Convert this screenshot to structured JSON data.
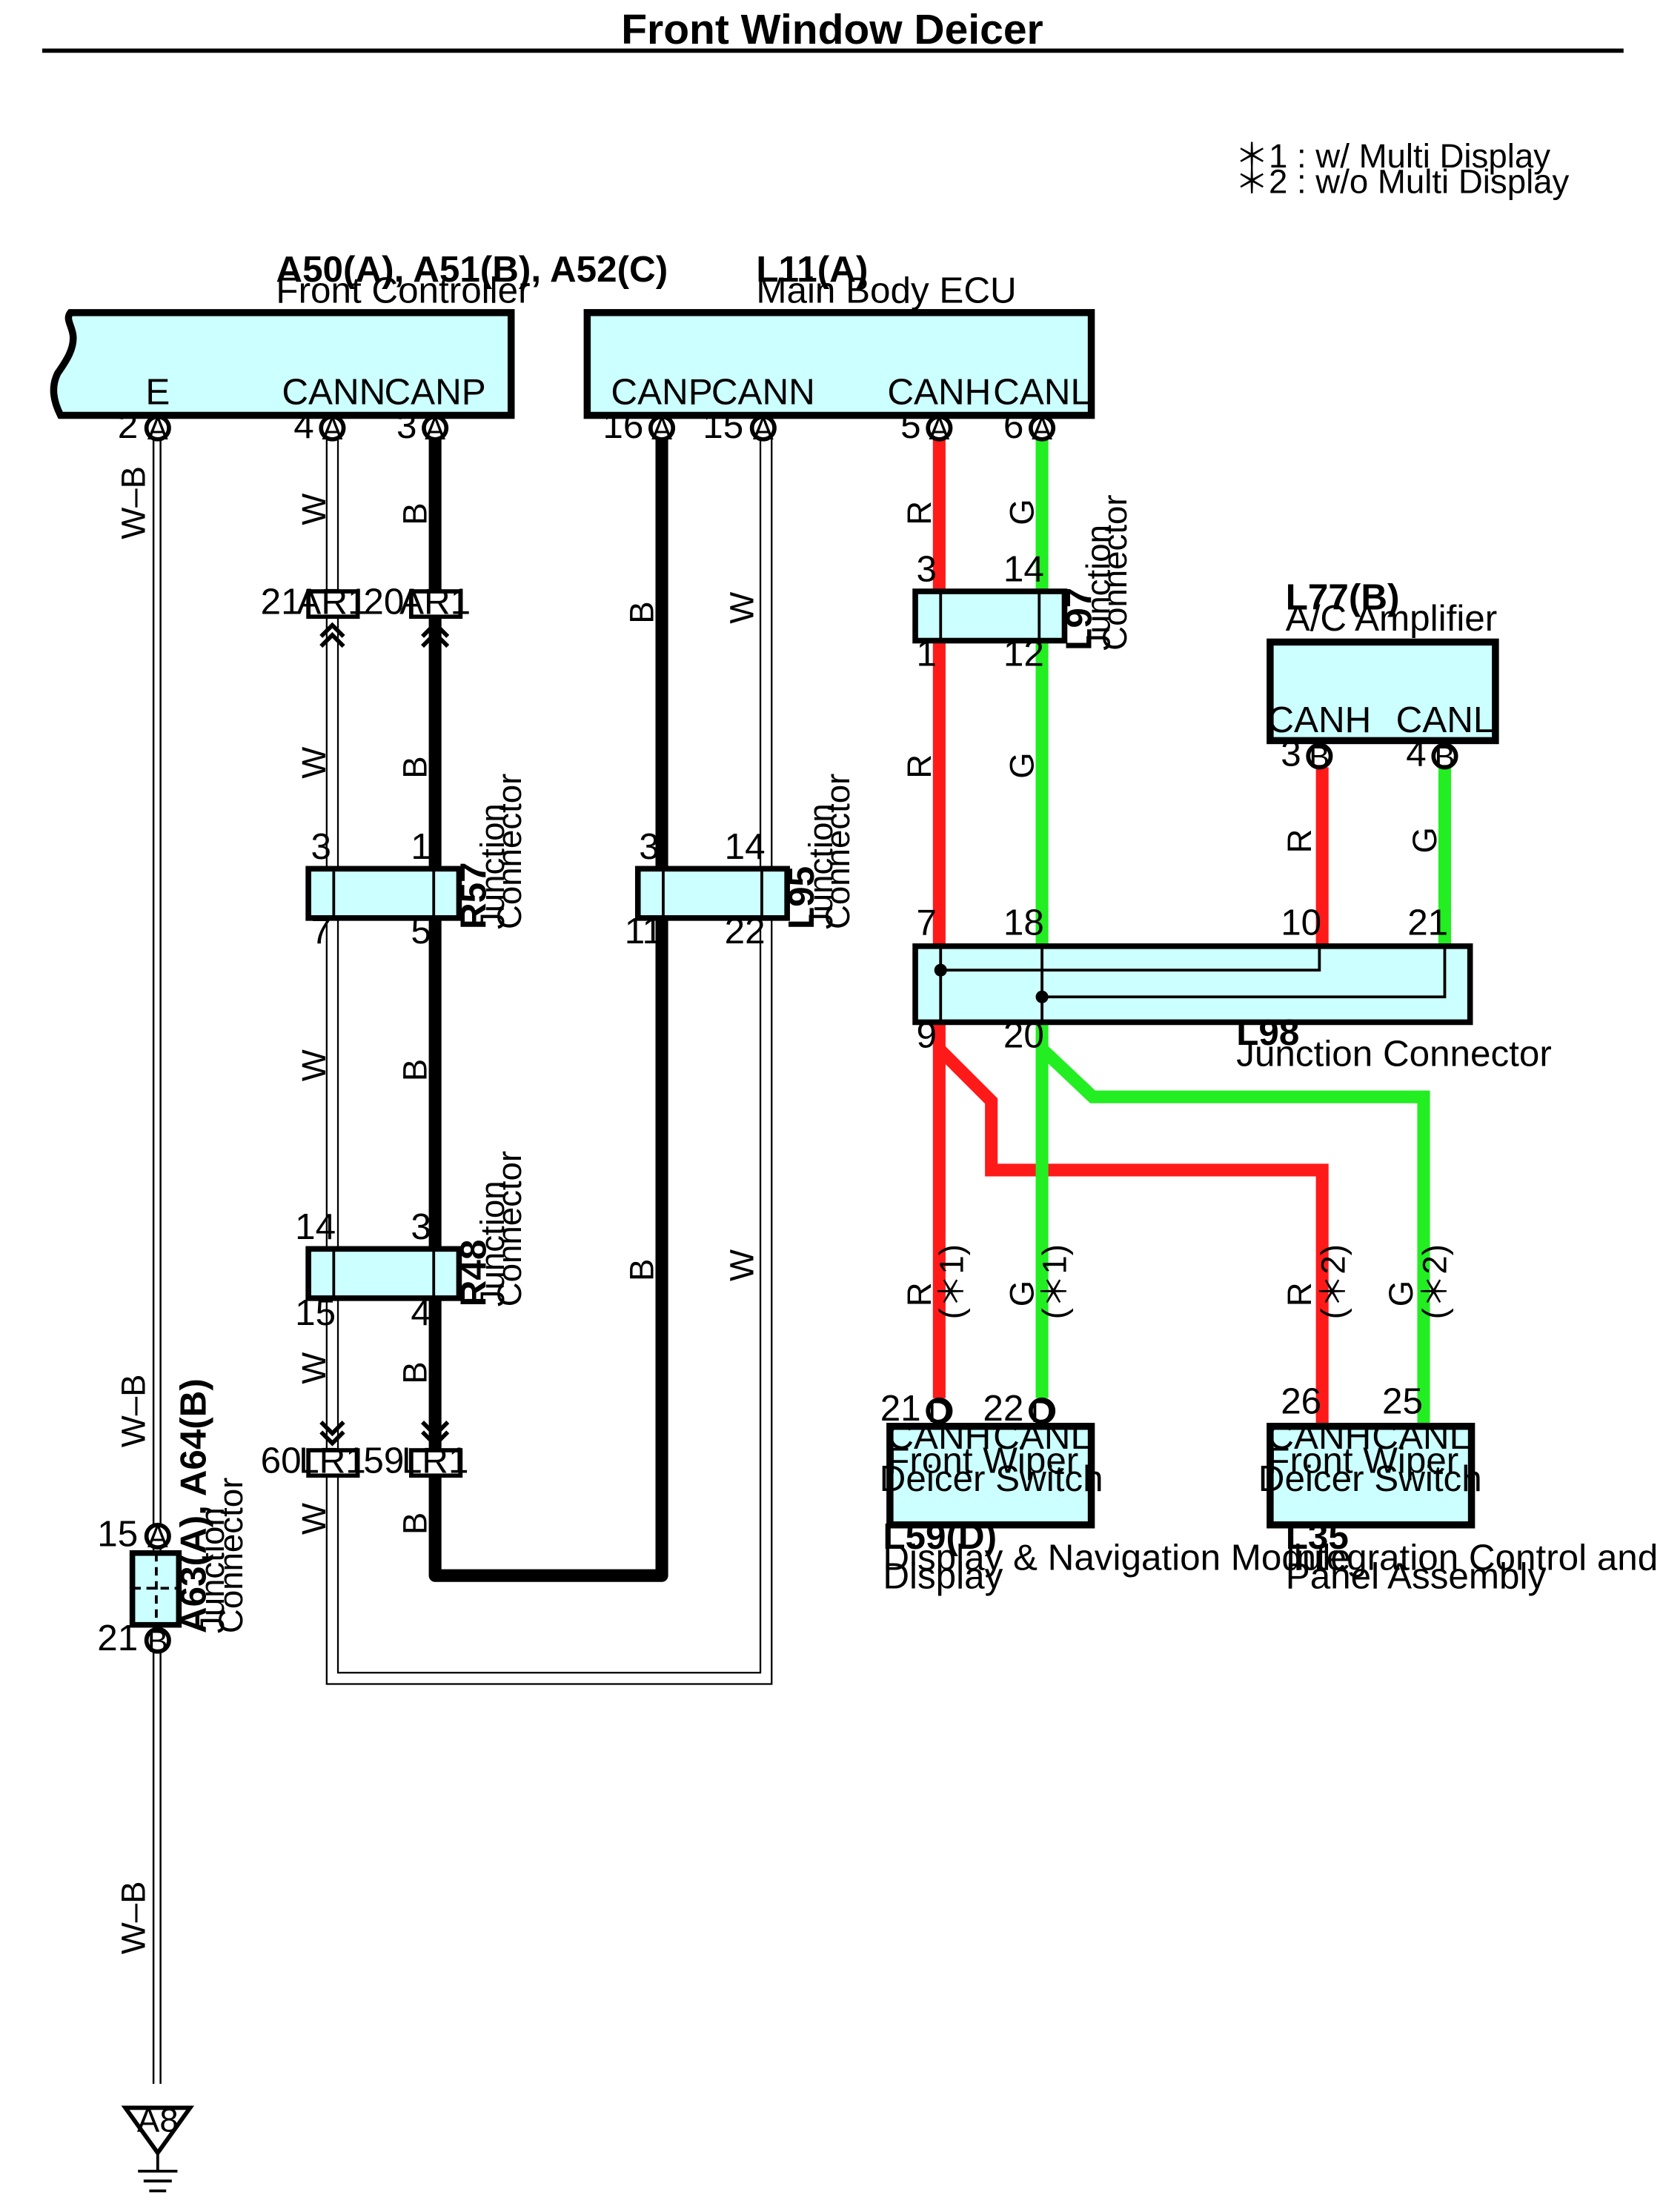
{
  "title": "Front Window Deicer",
  "notes": [
    "＊1 : w/ Multi Display",
    "＊2 : w/o Multi Display"
  ],
  "components": {
    "front_controller": {
      "code": "A50(A), A51(B), A52(C)",
      "name": "Front Controller",
      "pins": {
        "e": "E",
        "cann": "CANN",
        "canp": "CANP"
      }
    },
    "main_body_ecu": {
      "code": "L11(A)",
      "name": "Main Body ECU",
      "pins": {
        "canp": "CANP",
        "cann": "CANN",
        "canh": "CANH",
        "canl": "CANL"
      }
    },
    "ac_amplifier": {
      "code": "L77(B)",
      "name": "A/C Amplifier",
      "pins": {
        "canh": "CANH",
        "canl": "CANL"
      }
    },
    "l59": {
      "code": "L59(D)",
      "name_line1": "Display & Navigation Module",
      "name_line2": "Display",
      "inner1": "Front Wiper",
      "inner2": "Deicer Switch",
      "pins": {
        "canh": "CANH",
        "canl": "CANL"
      }
    },
    "l35": {
      "code": "L35",
      "name_line1": "Integration Control and",
      "name_line2": "Panel Assembly",
      "inner1": "Front Wiper",
      "inner2": "Deicer Switch",
      "pins": {
        "canh": "CANH",
        "canl": "CANL"
      }
    },
    "l98": {
      "code": "L98",
      "name": "Junction Connector"
    },
    "l97": {
      "code": "L97",
      "name_line1": "Junction",
      "name_line2": "Connector"
    },
    "l95": {
      "code": "L95",
      "name_line1": "Junction",
      "name_line2": "Connector"
    },
    "r57": {
      "code": "R57",
      "name_line1": "Junction",
      "name_line2": "Connector"
    },
    "r48": {
      "code": "R48",
      "name_line1": "Junction",
      "name_line2": "Connector"
    },
    "a63": {
      "code": "A63(A), A64(B)",
      "name_line1": "Junction",
      "name_line2": "Connector"
    },
    "ground": {
      "code": "A8"
    }
  },
  "inline_connectors": {
    "ar1": "AR1",
    "lr1": "LR1"
  },
  "pin_numbers": {
    "fc_e": "2",
    "fc_cann": "4",
    "fc_canp": "3",
    "ecu_canp": "16",
    "ecu_cann": "15",
    "ecu_canh": "5",
    "ecu_canl": "6",
    "ar1_w": "21",
    "ar1_b": "20",
    "r57_3": "3",
    "r57_1": "1",
    "r57_7": "7",
    "r57_5": "5",
    "r48_14": "14",
    "r48_3": "3",
    "r48_15": "15",
    "r48_4": "4",
    "lr1_w": "60",
    "lr1_b": "59",
    "l95_3": "3",
    "l95_14": "14",
    "l95_11": "11",
    "l95_22": "22",
    "l97_3": "3",
    "l97_14": "14",
    "l97_1": "1",
    "l97_12": "12",
    "amp_canh": "3",
    "amp_canl": "4",
    "l98_7": "7",
    "l98_18": "18",
    "l98_10": "10",
    "l98_21": "21",
    "l98_9": "9",
    "l98_20": "20",
    "l59_canh": "21",
    "l59_canl": "22",
    "l35_canh": "26",
    "l35_canl": "25",
    "a63_15": "15",
    "a63_21": "21"
  },
  "pin_letters": {
    "a": "A",
    "b": "B",
    "d": "D"
  },
  "wire_colors": {
    "wb": "W–B",
    "w": "W",
    "b": "B",
    "r": "R",
    "g": "G"
  },
  "option_marks": {
    "m1": "(＊1)",
    "m2": "(＊2)"
  },
  "colors": {
    "red": "#ff1a1a",
    "green": "#22ee22",
    "black": "#000000",
    "box_fill": "#ccffff"
  }
}
